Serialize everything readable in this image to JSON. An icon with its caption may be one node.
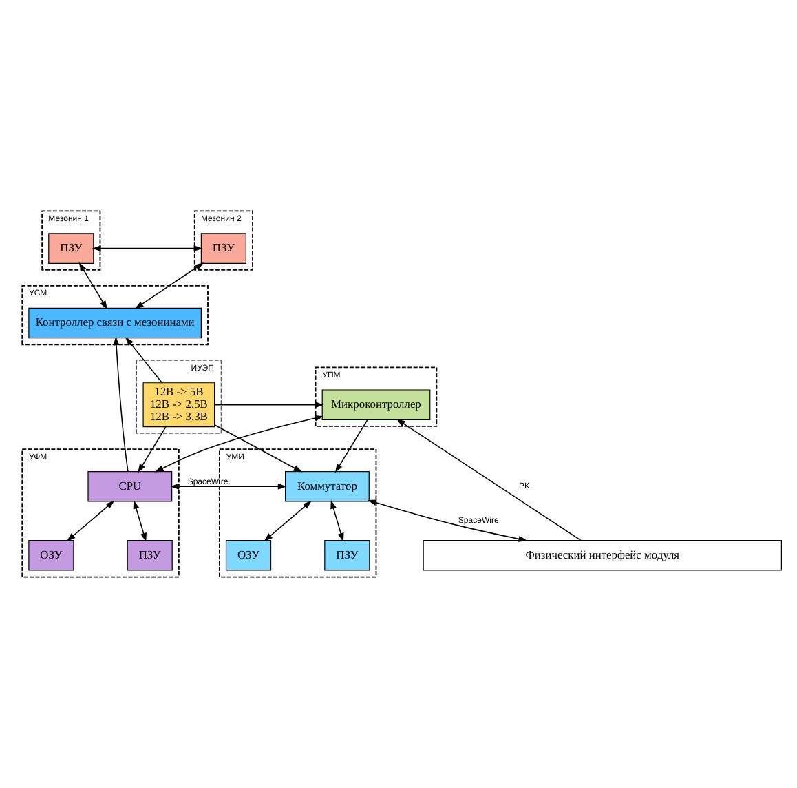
{
  "diagram": {
    "nodes": [
      {
        "text": [
          "Мезонин 1"
        ]
      },
      {
        "text": [
          "ПЗУ"
        ],
        "in": 0
      },
      {
        "text": [
          "Мезонин 2"
        ]
      },
      {
        "text": [
          "ПЗУ"
        ],
        "in": 2
      },
      {
        "text": [
          "УСМ"
        ]
      },
      {
        "text": [
          "Контроллер связи с мезонинами"
        ],
        "in": 4
      },
      {
        "text": [
          "УПМ"
        ]
      },
      {
        "text": [
          "Микроконтроллер"
        ],
        "in": 6
      },
      {
        "text": [
          "ИУЭП"
        ]
      },
      {
        "text": [
          "12В -> 5В",
          "12В -> 2.5В",
          "12В -> 3.3В"
        ],
        "in": 8
      },
      {
        "text": [
          "УФМ"
        ]
      },
      {
        "text": [
          "CPU"
        ],
        "in": 10
      },
      {
        "text": [
          "ОЗУ"
        ],
        "in": 10
      },
      {
        "text": [
          "ПЗУ"
        ],
        "in": 10
      },
      {
        "text": [
          "УМИ"
        ]
      },
      {
        "text": [
          "Коммутатор"
        ],
        "in": 14
      },
      {
        "text": [
          "ОЗУ"
        ],
        "in": 14
      },
      {
        "text": [
          "ПЗУ"
        ],
        "in": 14
      },
      {
        "text": [
          "Физический интерфейс модуля"
        ]
      }
    ],
    "edges": [
      {
        "from": 1,
        "to": 3,
        "arrow": "both"
      },
      {
        "from": 1,
        "to": 5,
        "arrow": "both"
      },
      {
        "from": 3,
        "to": 5,
        "arrow": "both"
      },
      {
        "from": 11,
        "to": 5,
        "arrow": "to"
      },
      {
        "from": 9,
        "to": 5,
        "arrow": "to"
      },
      {
        "from": 9,
        "to": 7,
        "arrow": "to"
      },
      {
        "from": 18,
        "to": 7,
        "arrow": "to",
        "label": "РК"
      },
      {
        "from": 7,
        "to": 15,
        "arrow": "to"
      },
      {
        "from": 7,
        "to": 11,
        "arrow": "both"
      },
      {
        "from": 9,
        "to": 11,
        "arrow": "to"
      },
      {
        "from": 9,
        "to": 15,
        "arrow": "to"
      },
      {
        "from": 11,
        "to": 12,
        "arrow": "both"
      },
      {
        "from": 11,
        "to": 13,
        "arrow": "both"
      },
      {
        "from": 15,
        "to": 16,
        "arrow": "both"
      },
      {
        "from": 15,
        "to": 17,
        "arrow": "both"
      },
      {
        "from": 15,
        "to": 11,
        "arrow": "both",
        "label": "SpaceWire"
      },
      {
        "from": 15,
        "to": 18,
        "arrow": "both",
        "label": "SpaceWire"
      }
    ]
  }
}
